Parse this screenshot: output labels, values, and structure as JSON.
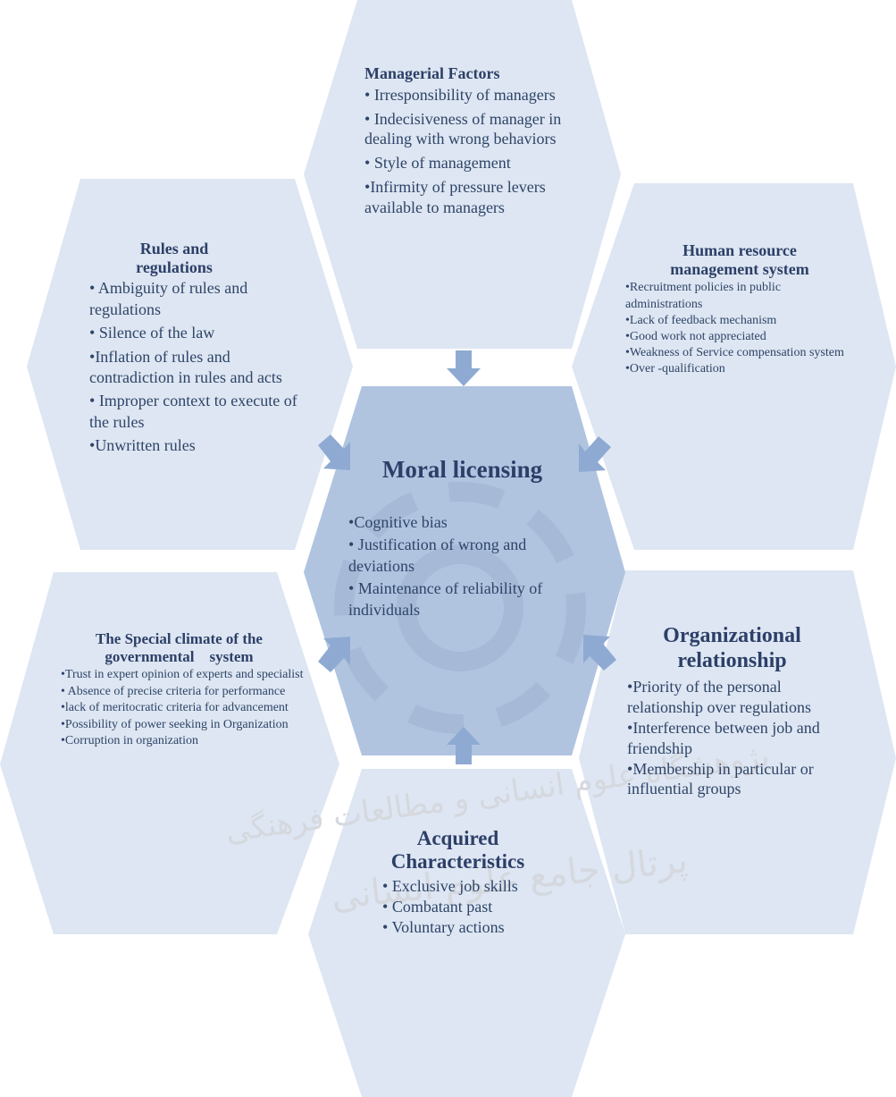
{
  "watermark": {
    "line1": "پژوهشگاه علوم انسانی و مطالعات فرهنگی",
    "line2": "پرتال جامع علوم انسانی"
  },
  "center": {
    "title": "Moral licensing",
    "items": [
      "Cognitive bias",
      " Justification of wrong and deviations",
      " Maintenance of reliability of individuals"
    ]
  },
  "managerial": {
    "title": "Managerial Factors",
    "items": [
      " Irresponsibility of managers",
      " Indecisiveness of manager in dealing with wrong behaviors",
      " Style of management",
      "Infirmity of pressure levers available to managers"
    ]
  },
  "rules": {
    "title": "Rules and regulations",
    "items": [
      " Ambiguity of rules and regulations",
      " Silence of the law",
      "Inflation of rules and contradiction in rules and acts",
      " Improper context to execute of the rules",
      "Unwritten rules"
    ]
  },
  "hrm": {
    "title": "Human resource management system",
    "items": [
      "Recruitment policies in public administrations",
      "Lack of feedback mechanism",
      "Good work not appreciated",
      "Weakness of Service compensation system",
      "Over -qualification"
    ]
  },
  "climate": {
    "title": "The Special climate of the governmental    system",
    "items": [
      "Trust in expert opinion of experts and specialist",
      " Absence of precise criteria for performance",
      "lack of meritocratic criteria for advancement",
      "Possibility of power seeking in Organization",
      "Corruption in organization"
    ]
  },
  "org": {
    "title": "Organizational relationship",
    "items": [
      "Priority of the personal relationship over regulations",
      "Interference between job and friendship",
      "Membership in particular or influential groups"
    ]
  },
  "acquired": {
    "title": "Acquired Characteristics",
    "items": [
      " Exclusive job skills",
      " Combatant past",
      " Voluntary actions"
    ]
  },
  "colors": {
    "hex_fill": "#dde6f2",
    "center_fill": "#a9bfdd",
    "arrow": "#8faad2",
    "text": "#2d3f68"
  }
}
